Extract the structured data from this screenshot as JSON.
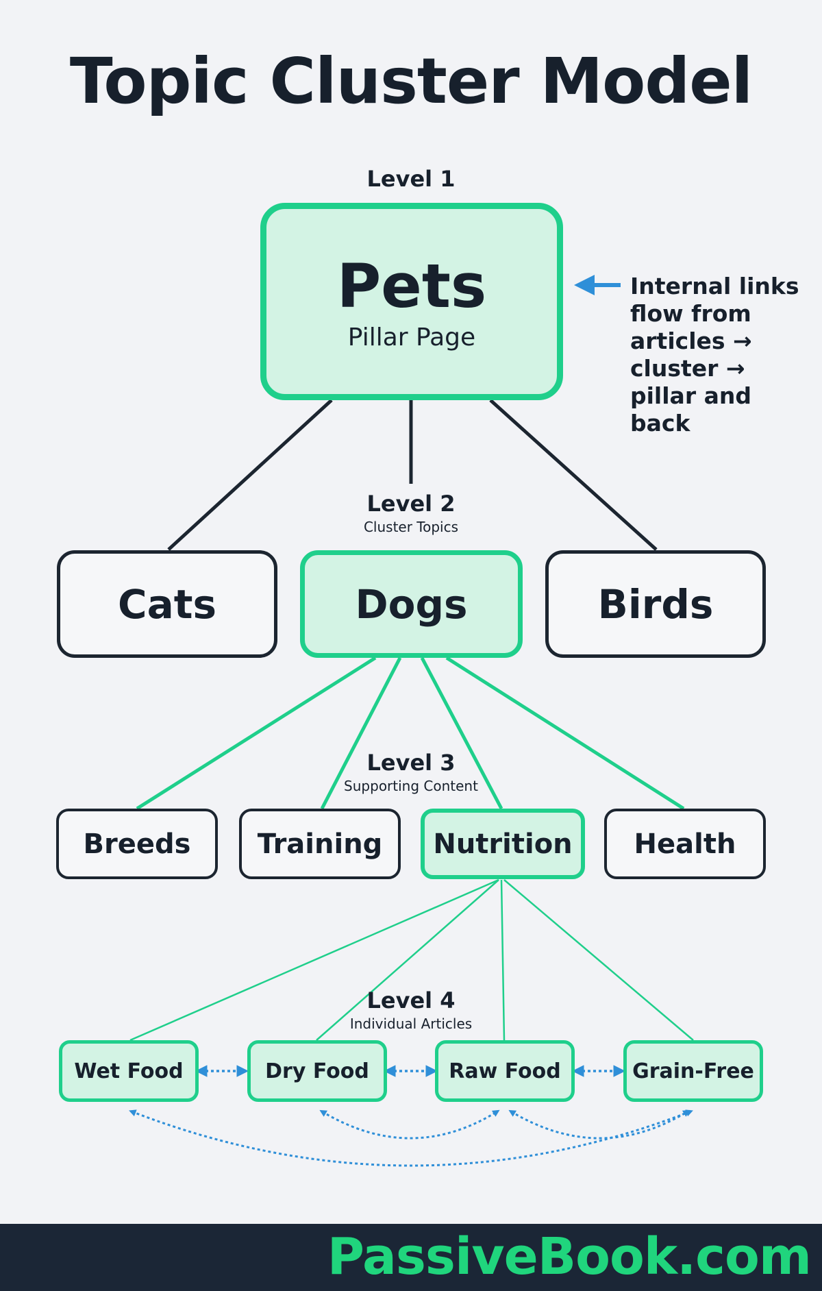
{
  "title": "Topic Cluster Model",
  "levels": {
    "l1": "Level 1",
    "l2": {
      "title": "Level 2",
      "subtitle": "Cluster Topics"
    },
    "l3": {
      "title": "Level 3",
      "subtitle": "Supporting Content"
    },
    "l4": {
      "title": "Level 4",
      "subtitle": "Individual Articles"
    }
  },
  "pillar": {
    "name": "Pets",
    "subtitle": "Pillar Page"
  },
  "clusters": [
    "Cats",
    "Dogs",
    "Birds"
  ],
  "supporting": [
    "Breeds",
    "Training",
    "Nutrition",
    "Health"
  ],
  "articles": [
    "Wet Food",
    "Dry Food",
    "Raw Food",
    "Grain-Free"
  ],
  "note": "Internal links flow from articles → cluster → pillar and back",
  "footer": {
    "brand": "PassiveBook.com"
  },
  "colors": {
    "accent": "#1fcf8b",
    "fill": "#d3f3e4",
    "dark": "#17202c",
    "link": "#2f8fd8",
    "footer_bg": "#1b2636",
    "brand": "#20d57d"
  }
}
